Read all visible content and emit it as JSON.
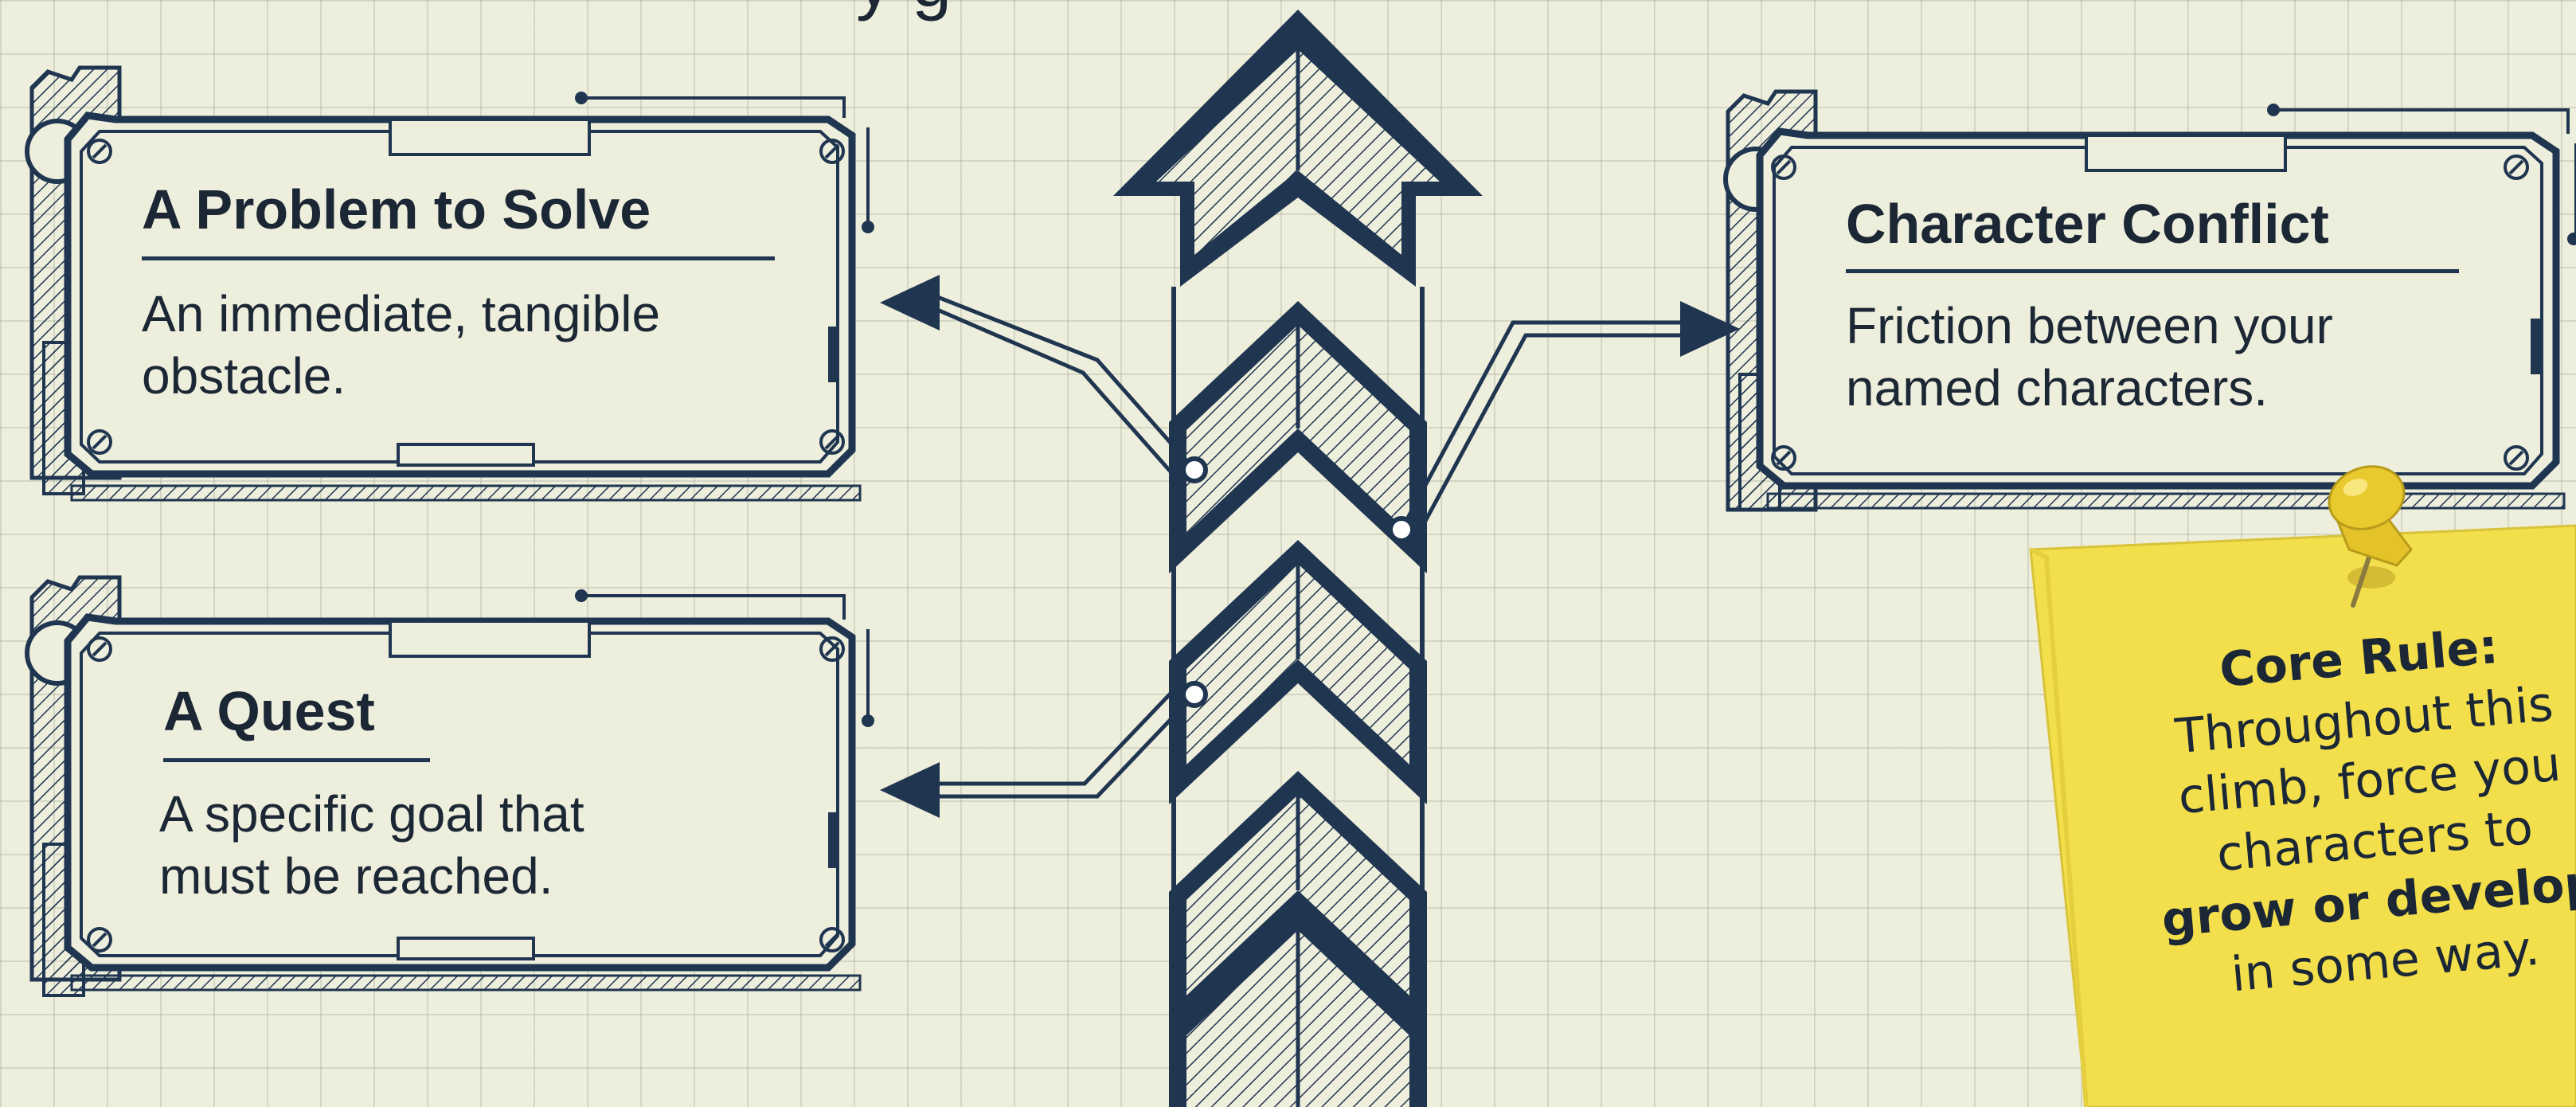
{
  "header": {
    "partial_title": "y g"
  },
  "cards": {
    "problem": {
      "title": "A Problem to Solve",
      "body_line1": "An immediate, tangible",
      "body_line2": "obstacle."
    },
    "quest": {
      "title": "A Quest",
      "body_line1": "A specific goal that",
      "body_line2": "must be reached."
    },
    "conflict": {
      "title": "Character Conflict",
      "body_line1": "Friction between your",
      "body_line2": "named characters."
    }
  },
  "note": {
    "heading": "Core Rule:",
    "line1": "Throughout this",
    "line2": "climb, force you",
    "line3": "characters to",
    "line4": "grow or develop",
    "line5": "in some way.",
    "color": "#f3df4c"
  },
  "colors": {
    "ink": "#1f3550",
    "paper": "#eeeedc",
    "pin": "#e3c22a"
  },
  "icons": [
    "gear-icon",
    "screw-icon",
    "arrow-icon",
    "pushpin-icon"
  ]
}
